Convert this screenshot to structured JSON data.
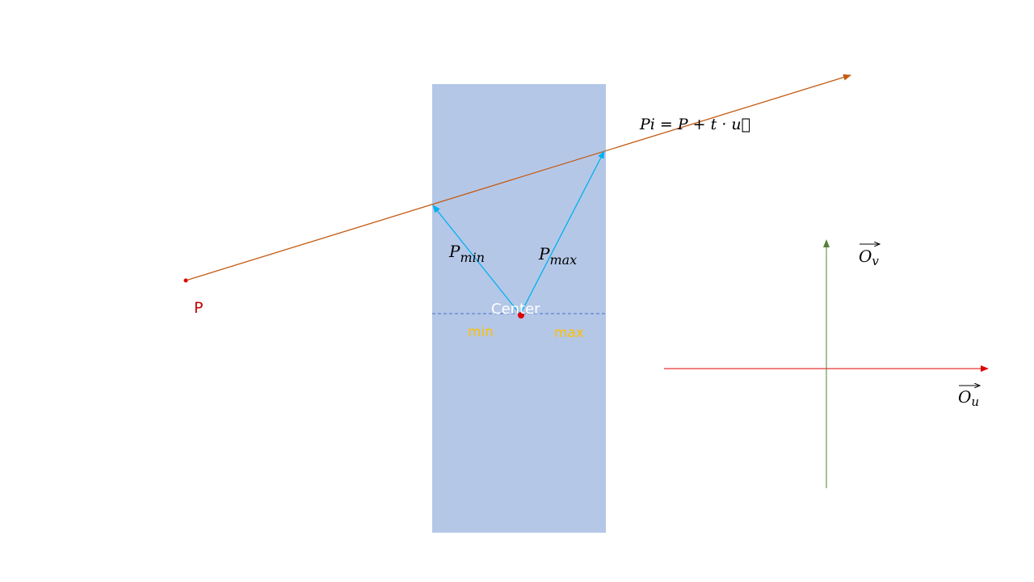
{
  "labels": {
    "point_p": "P",
    "center": "Center",
    "min": "min",
    "max": "max",
    "p_min_base": "P",
    "p_min_sub": "min",
    "p_max_base": "P",
    "p_max_sub": "max",
    "ray_equation": "Pi = P + t · u⃗",
    "ov_base": "O",
    "ov_sub": "v",
    "ou_base": "O",
    "ou_sub": "u"
  },
  "colors": {
    "slab_fill": "#b4c7e7",
    "ray": "#c55a11",
    "vectors": "#00b0f0",
    "center_line": "#4472c4",
    "point_red": "#e00000",
    "min_max_text": "#ffc000",
    "axis_u": "#e00000",
    "axis_v": "#548235",
    "label_p": "#c00000"
  }
}
